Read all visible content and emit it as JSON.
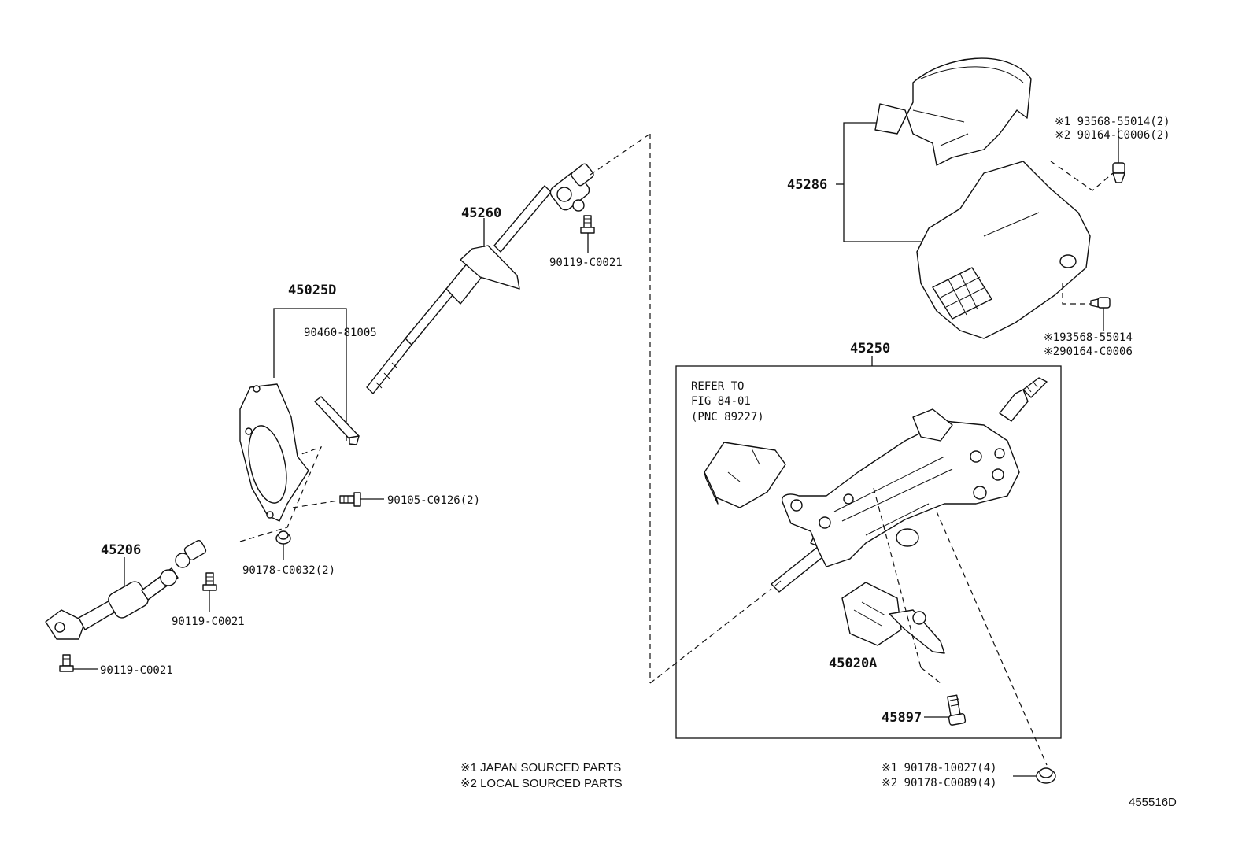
{
  "labels": {
    "p45260": "45260",
    "p90119_c0021_a": "90119-C0021",
    "p45025d": "45025D",
    "p90460_81005": "90460-81005",
    "p90105_c0126": "90105-C0126(2)",
    "p90178_c0032": "90178-C0032(2)",
    "p45206": "45206",
    "p90119_c0021_b": "90119-C0021",
    "p90119_c0021_c": "90119-C0021",
    "p45286": "45286",
    "n1_93568_55014_2": "※1 93568-55014(2)",
    "n2_90164_c0006_2": "※2 90164-C0006(2)",
    "n1_93568_55014": "※193568-55014",
    "n2_90164_c0006": "※290164-C0006",
    "p45250": "45250",
    "refer_line1": "REFER TO",
    "refer_line2": "FIG 84-01",
    "refer_line3": "(PNC 89227)",
    "p45020a": "45020A",
    "p45897": "45897",
    "n1_90178_10027": "※1 90178-10027(4)",
    "n2_90178_c0089": "※2 90178-C0089(4)",
    "legend_japan": "※1 JAPAN SOURCED PARTS",
    "legend_local": "※2 LOCAL SOURCED PARTS",
    "diagram_id": "455516D"
  }
}
